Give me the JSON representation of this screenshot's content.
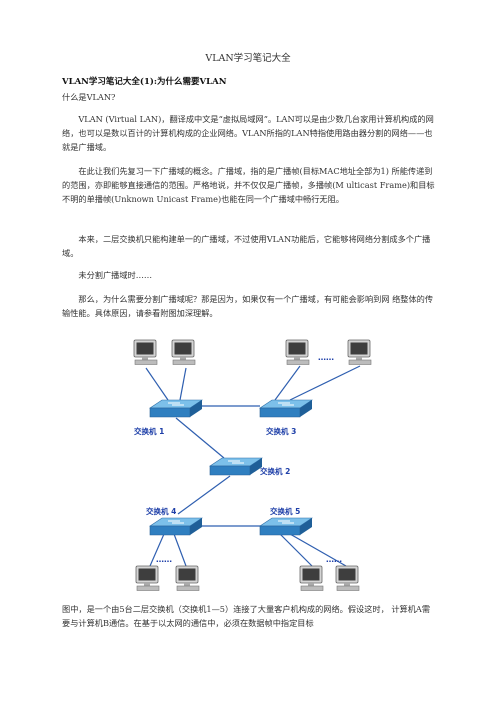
{
  "document": {
    "title": "VLAN学习笔记大全",
    "heading": "VLAN学习笔记大全(1):为什么需要VLAN",
    "question": "什么是VLAN?",
    "para1": "VLAN (Virtual LAN)，翻译成中文是“虚拟局域网”。LAN可以是由少数几台家用计算机构成的网络，也可以是数以百计的计算机构成的企业网络。VLAN所指的LAN特指使用路由器分割的网络——也就是广播域。",
    "para2": "在此让我们先复习一下广播域的概念。广播域，指的是广播帧(目标MAC地址全部为1) 所能传递到的范围，亦即能够直接通信的范围。严格地说，并不仅仅是广播帧，多播帧(M ulticast Frame)和目标不明的单播帧(Unknown Unicast Frame)也能在同一个广播域中畅行无阻。",
    "para3": "本来，二层交换机只能构建单一的广播域，不过使用VLAN功能后，它能够将网络分割成多个广播域。",
    "para4": "未分割广播域时……",
    "para5": "那么，为什么需要分割广播域呢？那是因为，如果仅有一个广播域，有可能会影响到网 络整体的传输性能。具体原因，请参看附图加深理解。",
    "para6": "图中，是一个由5台二层交换机（交换机1—5）连接了大量客户机构成的网络。假设这时， 计算机A需要与计算机B通信。在基于以太网的通信中，必须在数据帧中指定目标"
  },
  "diagram": {
    "switches": [
      {
        "label": "交换机 1"
      },
      {
        "label": "交换机 3"
      },
      {
        "label": "交换机 2"
      },
      {
        "label": "交换机 4"
      },
      {
        "label": "交换机 5"
      }
    ],
    "ellipsis": "……",
    "colors": {
      "switch_top": "#6fb2e0",
      "switch_body": "#2c78b8",
      "link": "#2f5fb0",
      "monitor": "#b9b9b9"
    }
  }
}
